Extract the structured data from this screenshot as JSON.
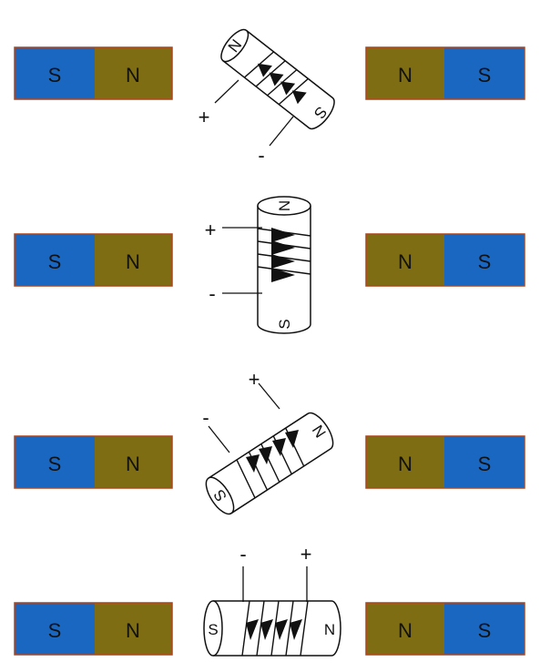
{
  "colors": {
    "south": "#1a67c2",
    "north": "#7e6d12",
    "border": "#b0451c",
    "line": "#111111"
  },
  "rows": [
    {
      "left_magnet": {
        "s": "S",
        "n": "N"
      },
      "right_magnet": {
        "n": "N",
        "s": "S"
      },
      "coil": {
        "pole_a": "N",
        "pole_b": "S",
        "plus": "+",
        "minus": "-"
      }
    },
    {
      "left_magnet": {
        "s": "S",
        "n": "N"
      },
      "right_magnet": {
        "n": "N",
        "s": "S"
      },
      "coil": {
        "pole_a": "N",
        "pole_b": "S",
        "plus": "+",
        "minus": "-"
      }
    },
    {
      "left_magnet": {
        "s": "S",
        "n": "N"
      },
      "right_magnet": {
        "n": "N",
        "s": "S"
      },
      "coil": {
        "pole_a": "N",
        "pole_b": "S",
        "plus": "+",
        "minus": "-"
      }
    },
    {
      "left_magnet": {
        "s": "S",
        "n": "N"
      },
      "right_magnet": {
        "n": "N",
        "s": "S"
      },
      "coil": {
        "pole_a": "N",
        "pole_b": "S",
        "plus": "+",
        "minus": "-"
      }
    }
  ]
}
